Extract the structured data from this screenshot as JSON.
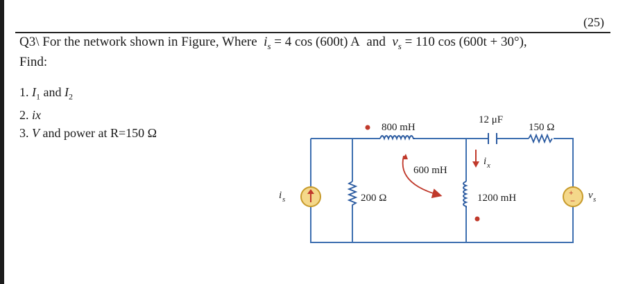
{
  "header": {
    "marks": "(25)"
  },
  "question": {
    "line1_prefix": "Q3\\ For the network shown in Figure, Where",
    "is_symbol": "i",
    "is_sub": "s",
    "is_expr": "= 4 cos (600t) A",
    "and_word": "and",
    "vs_symbol": "v",
    "vs_sub": "s",
    "vs_expr": "= 110 cos (600t + 30°),",
    "line2": "Find:"
  },
  "tasks": [
    {
      "num": "1.",
      "a": "I",
      "a_sub": "1",
      "mid": "and",
      "b": "I",
      "b_sub": "2"
    },
    {
      "num": "2.",
      "text": "ix"
    },
    {
      "num": "3.",
      "v": "V",
      "rest": "and power at R=150 Ω"
    }
  ],
  "circuit": {
    "l1_label": "800 mH",
    "c_label": "12 μF",
    "r150_label": "150 Ω",
    "r200_label": "200 Ω",
    "m_label": "600 mH",
    "l2_label": "1200 mH",
    "ix_label": "i",
    "ix_sub": "x",
    "is_label": "i",
    "is_sub": "s",
    "vs_label": "v",
    "vs_sub": "s",
    "colors": {
      "wire": "#3d6fb0",
      "source_fill": "#f4d88a",
      "source_stroke": "#c79a2a",
      "arrow": "#c0392b",
      "component": "#2a5aa0"
    }
  }
}
